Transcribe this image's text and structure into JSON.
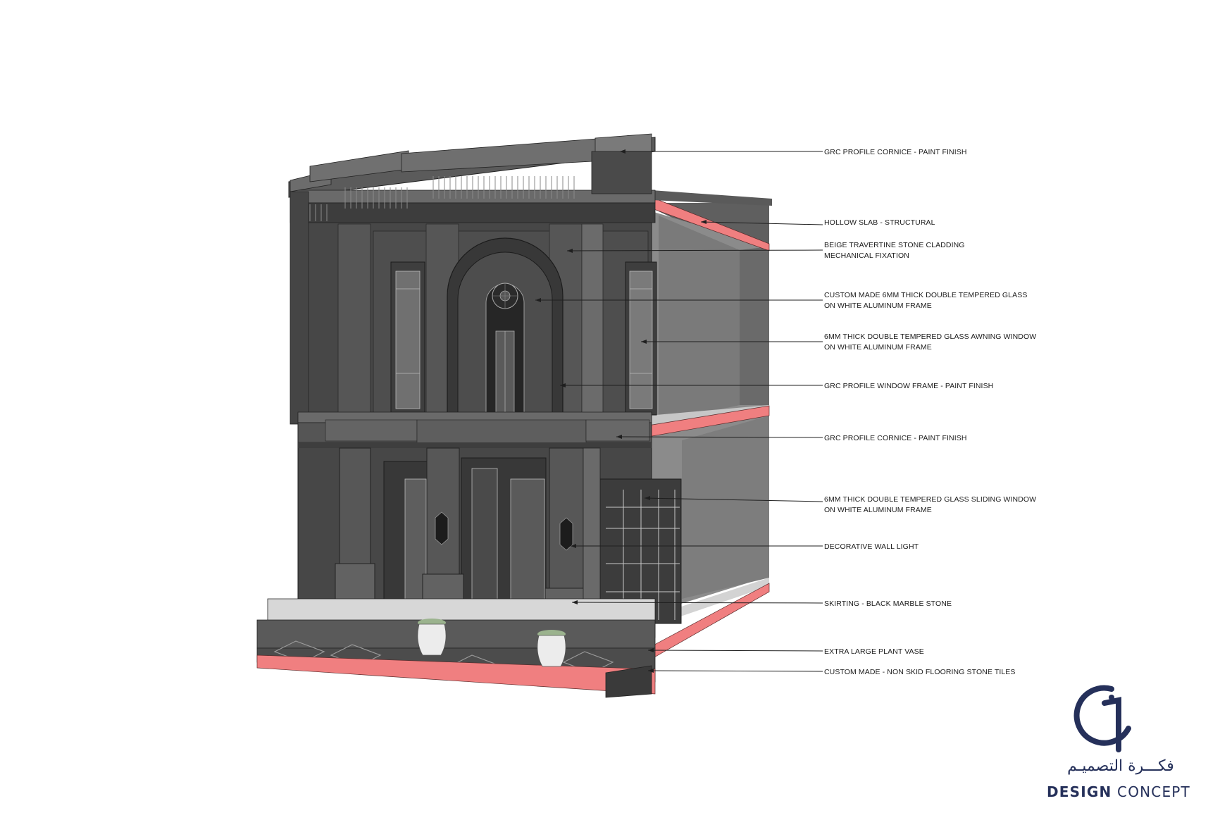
{
  "callouts": [
    {
      "id": "cornice-top",
      "lines": [
        "GRC PROFILE CORNICE - PAINT FINISH"
      ]
    },
    {
      "id": "hollow-slab",
      "lines": [
        "HOLLOW SLAB - STRUCTURAL"
      ]
    },
    {
      "id": "stone-cladding",
      "lines": [
        "BEIGE TRAVERTINE STONE CLADDING",
        "MECHANICAL FIXATION"
      ]
    },
    {
      "id": "arched-glass",
      "lines": [
        "CUSTOM MADE 6MM THICK DOUBLE TEMPERED GLASS",
        "ON WHITE ALUMINUM FRAME"
      ]
    },
    {
      "id": "awning-window",
      "lines": [
        "6MM THICK DOUBLE TEMPERED GLASS AWNING WINDOW",
        "ON WHITE ALUMINUM FRAME"
      ]
    },
    {
      "id": "window-frame",
      "lines": [
        "GRC PROFILE WINDOW FRAME - PAINT FINISH"
      ]
    },
    {
      "id": "cornice-mid",
      "lines": [
        "GRC PROFILE CORNICE - PAINT FINISH"
      ]
    },
    {
      "id": "sliding-window",
      "lines": [
        "6MM THICK DOUBLE TEMPERED GLASS SLIDING WINDOW",
        "ON WHITE ALUMINUM FRAME"
      ]
    },
    {
      "id": "wall-light",
      "lines": [
        "DECORATIVE WALL LIGHT"
      ]
    },
    {
      "id": "skirting",
      "lines": [
        "SKIRTING - BLACK MARBLE STONE"
      ]
    },
    {
      "id": "plant-vase",
      "lines": [
        "EXTRA LARGE PLANT VASE"
      ]
    },
    {
      "id": "flooring",
      "lines": [
        "CUSTOM MADE - NON SKID FLOORING STONE TILES"
      ]
    }
  ],
  "logo": {
    "arabic": "فكـــرة التصميـم",
    "english_bold": "DESIGN",
    "english_regular": " CONCEPT",
    "colors": {
      "primary": "#25305a"
    }
  },
  "colors": {
    "facade": "#4b4b4b",
    "facade_dark": "#3a3a3a",
    "trim": "#6a6a6a",
    "side_wall": "#6e6e6e",
    "slab_section": "#f07f80",
    "floor": "#5a5a5a"
  }
}
